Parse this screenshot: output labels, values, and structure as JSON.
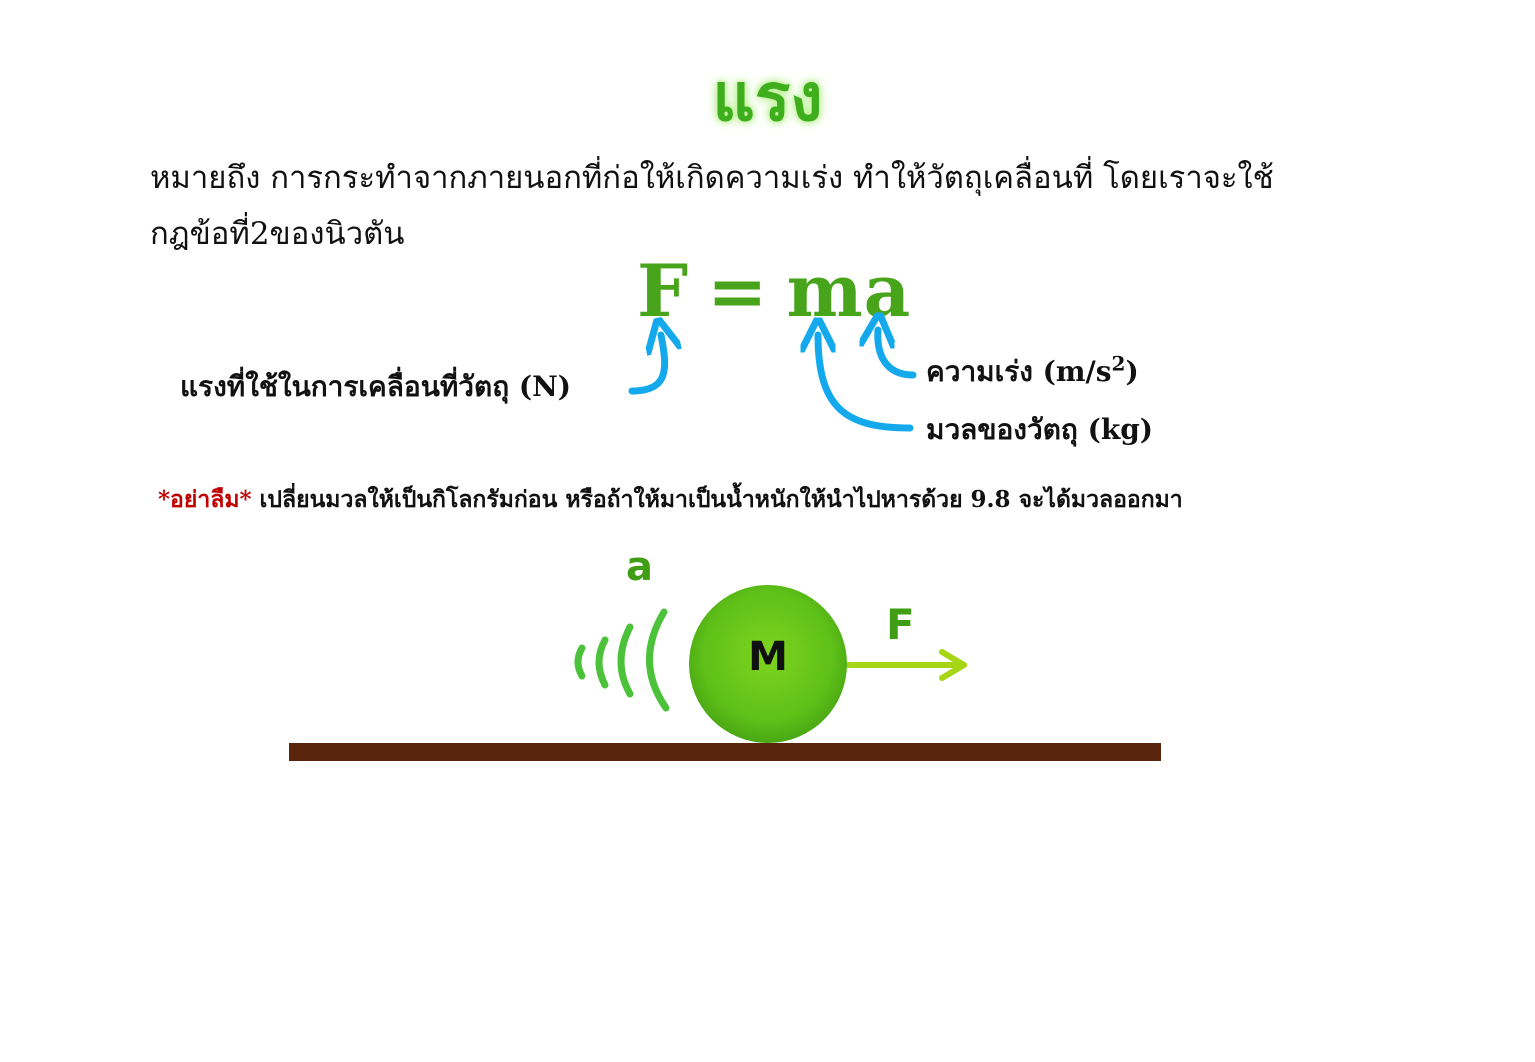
{
  "title": "แรง",
  "definition": "หมายถึง การกระทำจากภายนอกที่ก่อให้เกิดความเร่ง ทำให้วัตถุเคลื่อนที่ โดยเราจะใช้กฎข้อที่2ของนิวตัน",
  "formula": {
    "F": "F",
    "eq": "=",
    "ma": "ma"
  },
  "labels": {
    "force": "แรงที่ใช้ในการเคลื่อนที่วัตถุ (N)",
    "acceleration": "ความเร่ง (m/s",
    "acceleration_exp": "2",
    "acceleration_close": ")",
    "mass": "มวลของวัตถุ (kg)"
  },
  "note": {
    "warning": "*อย่าลืม*",
    "text": " เปลี่ยนมวลให้เป็นกิโลกรัมก่อน หรือถ้าให้มาเป็นน้ำหนักให้นำไปหารด้วย 9.8 จะได้มวลออกมา"
  },
  "diagram": {
    "accel_symbol": "a",
    "force_symbol": "F",
    "mass_symbol": "M"
  },
  "colors": {
    "title": "#3fae1c",
    "formula": "#48a41a",
    "arrows": "#14a9ec",
    "warning": "#c00000",
    "ground": "#5a250d",
    "ball": "#5ec018",
    "force_arrow": "#a6d615",
    "motion_lines": "#4cc13a"
  }
}
